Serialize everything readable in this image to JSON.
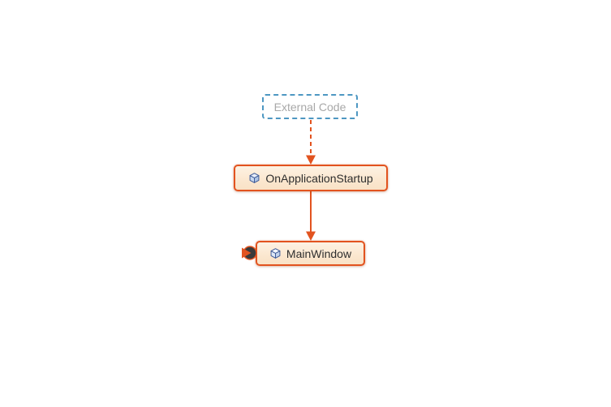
{
  "diagram": {
    "type": "call-graph",
    "background": "#ffffff",
    "nodes": [
      {
        "id": "external-code",
        "label": "External Code",
        "kind": "external-group",
        "border_style": "dashed-blue"
      },
      {
        "id": "on-application-startup",
        "label": "OnApplicationStartup",
        "kind": "method",
        "icon": "cube-method-icon"
      },
      {
        "id": "main-window",
        "label": "MainWindow",
        "kind": "method",
        "icon": "cube-method-icon",
        "badge": "collapsed-incoming-links"
      }
    ],
    "edges": [
      {
        "from": "external-code",
        "to": "on-application-startup",
        "style": "dashed",
        "direction": "down"
      },
      {
        "from": "on-application-startup",
        "to": "main-window",
        "style": "solid",
        "direction": "down"
      }
    ],
    "colors": {
      "edge_orange": "#e2531f",
      "node_border_orange": "#e2531f",
      "node_fill_top": "#fdf2e3",
      "node_fill_bottom": "#f9e2c6",
      "external_border_blue": "#4d97c2",
      "external_text_gray": "#a8a8a8",
      "label_text": "#2e2e2e",
      "icon_blue": "#3a5795",
      "badge_fill": "#3a3a3a",
      "background": "#ffffff"
    }
  }
}
